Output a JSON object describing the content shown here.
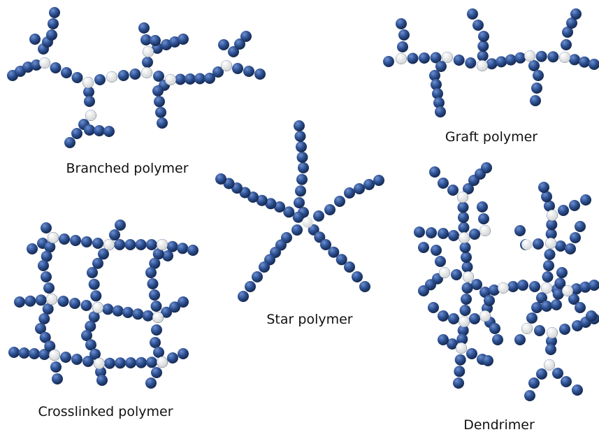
{
  "colors": {
    "monomer": "#2b4f91",
    "monomer_highlight": "#6f8fd0",
    "monomer_dark": "#16294f",
    "branch_point": "#d3d5d6",
    "branch_point_highlight": "#ffffff",
    "background": "#ffffff"
  },
  "diagrams": [
    {
      "id": "branched",
      "label": "Branched polymer"
    },
    {
      "id": "graft",
      "label": "Graft polymer"
    },
    {
      "id": "star",
      "label": "Star polymer"
    },
    {
      "id": "crosslinked",
      "label": "Crosslinked polymer"
    },
    {
      "id": "dendrimer",
      "label": "Dendrimer"
    }
  ]
}
